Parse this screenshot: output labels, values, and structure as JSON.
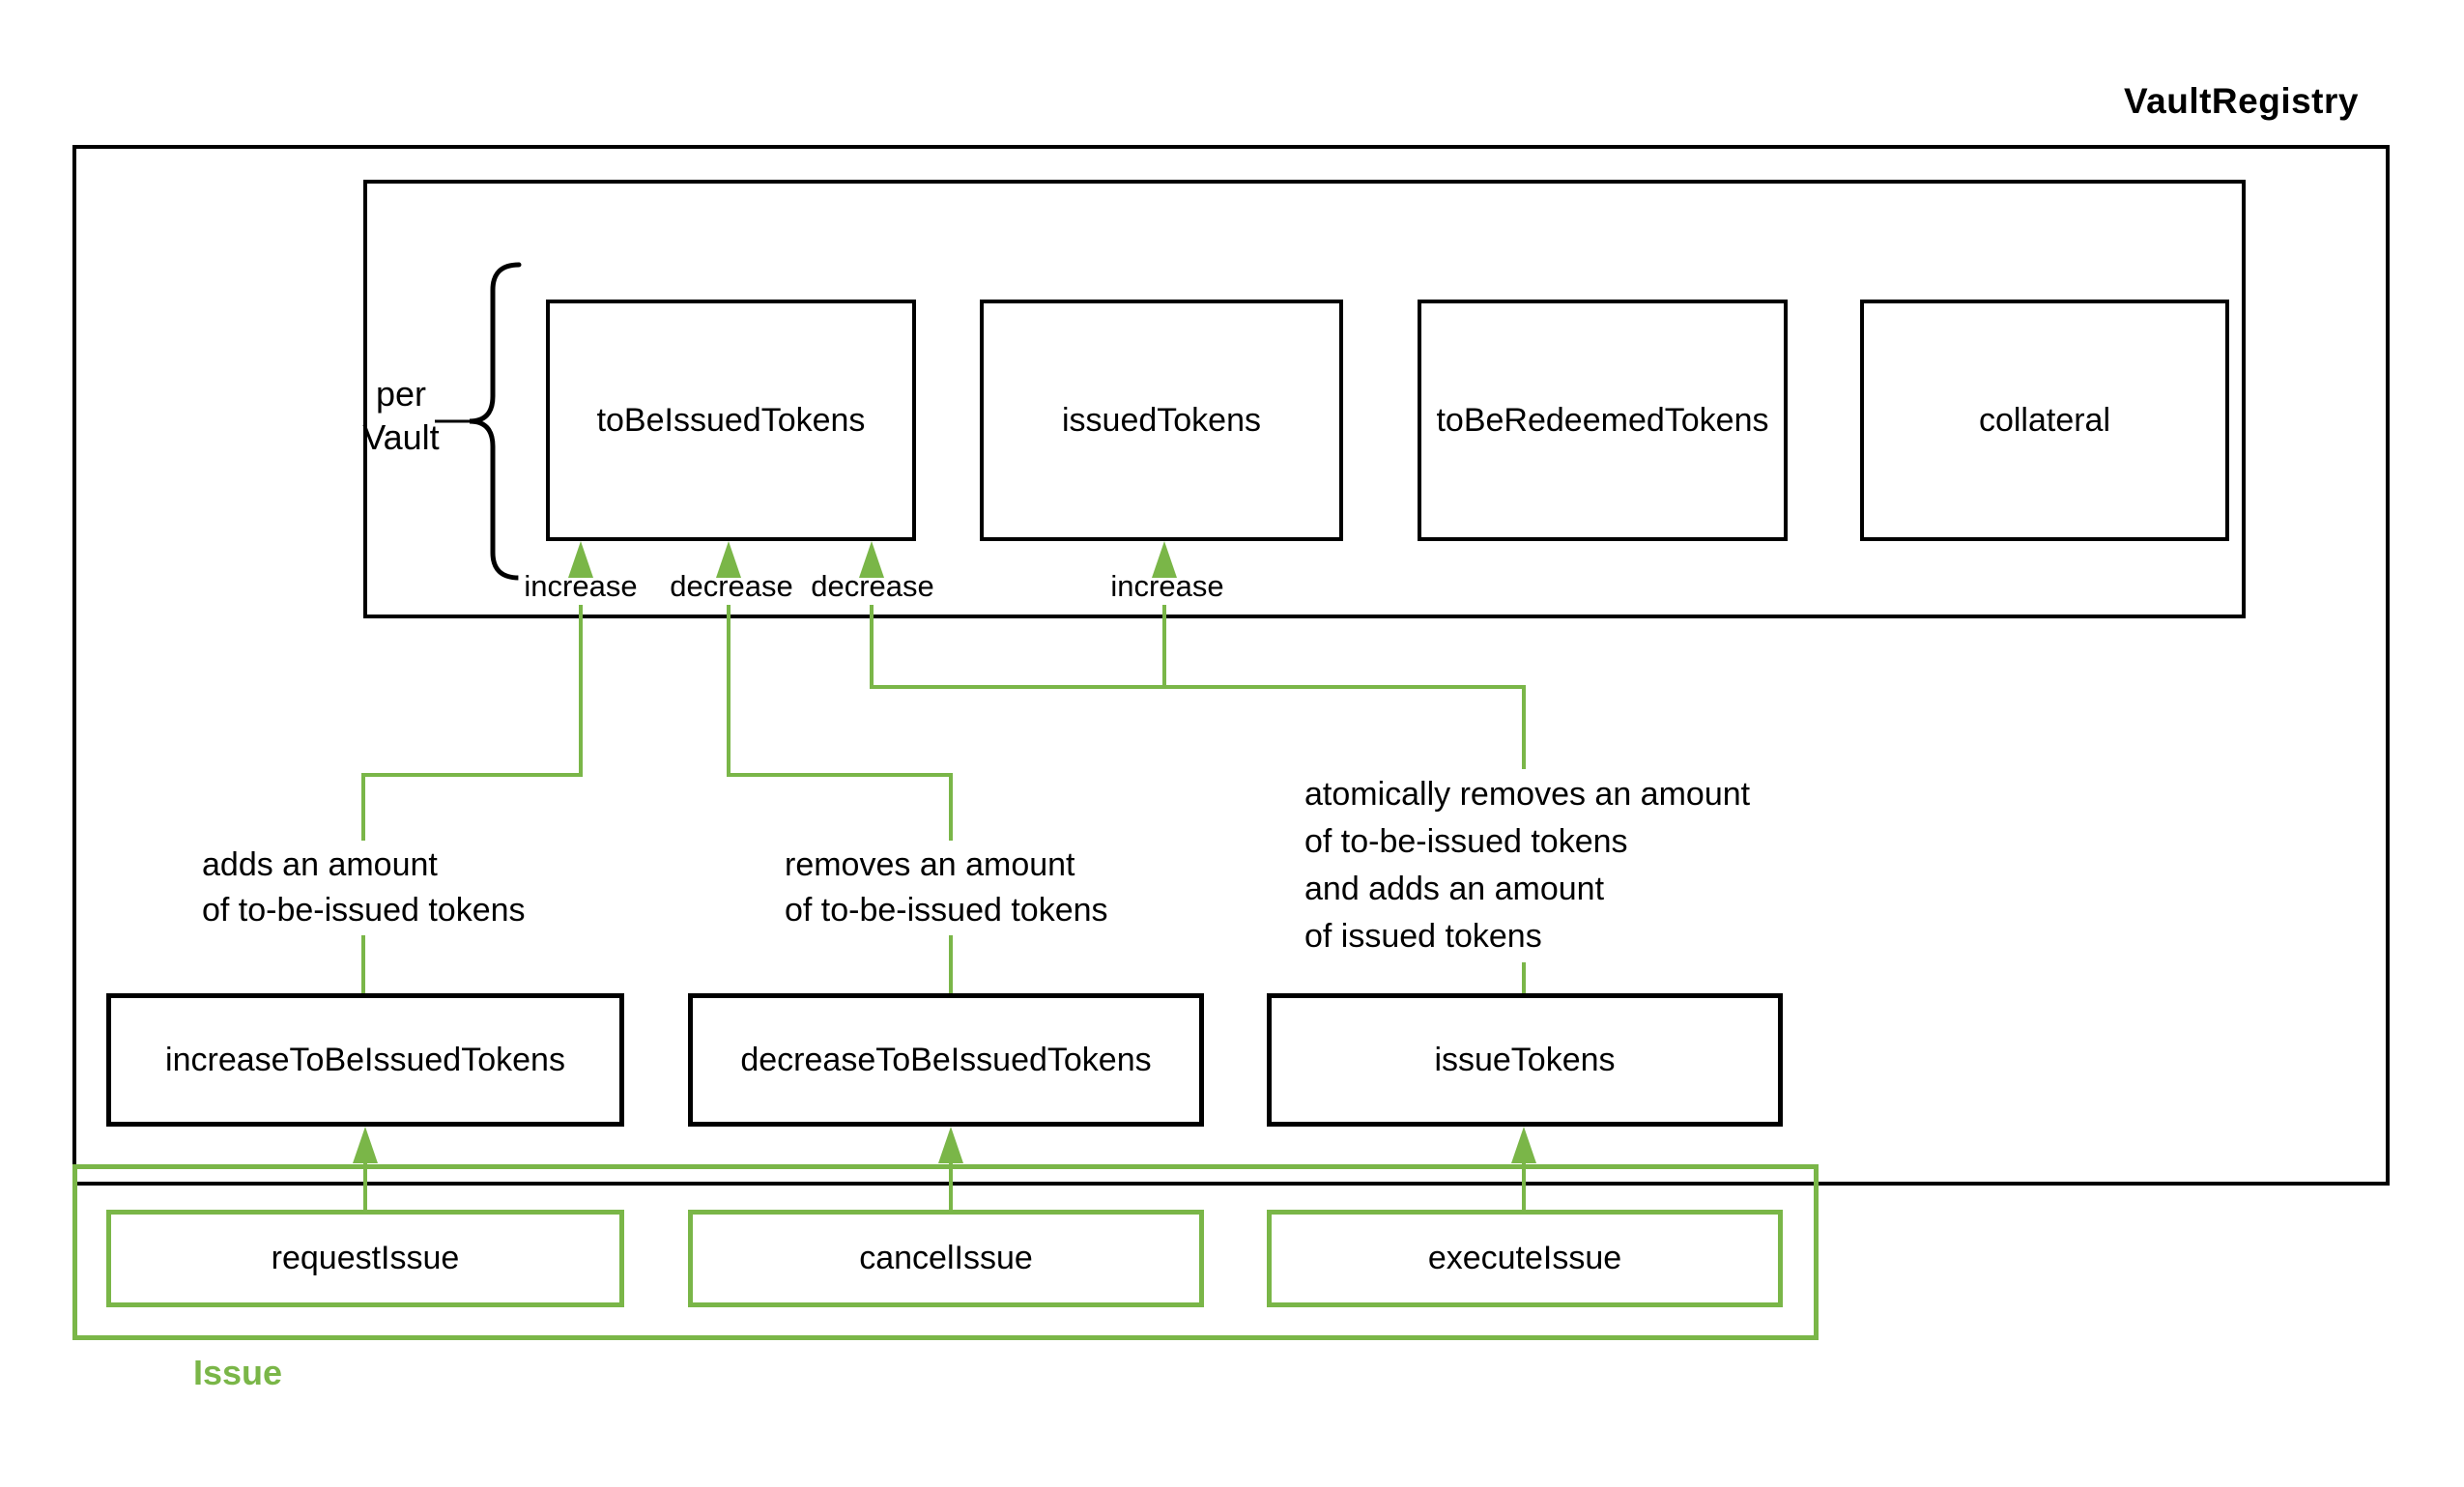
{
  "title": "VaultRegistry",
  "colors": {
    "accent_green": "#7ab648",
    "line_black": "#000000",
    "background": "#ffffff"
  },
  "registry": {
    "per_vault": {
      "line1": "per",
      "line2": "Vault"
    },
    "storage_boxes": [
      {
        "label": "toBeIssuedTokens"
      },
      {
        "label": "issuedTokens"
      },
      {
        "label": "toBeRedeemedTokens"
      },
      {
        "label": "collateral"
      }
    ]
  },
  "edge_labels": [
    {
      "text": "increase"
    },
    {
      "text": "decrease"
    },
    {
      "text": "decrease"
    },
    {
      "text": "increase"
    }
  ],
  "annotations": [
    {
      "lines": [
        "adds an amount",
        "of to-be-issued tokens"
      ]
    },
    {
      "lines": [
        "removes an amount",
        "of to-be-issued tokens"
      ]
    },
    {
      "lines": [
        "atomically removes an amount",
        "of to-be-issued tokens",
        "and adds an amount",
        "of issued tokens"
      ]
    }
  ],
  "functions": [
    {
      "label": "increaseToBeIssuedTokens"
    },
    {
      "label": "decreaseToBeIssuedTokens"
    },
    {
      "label": "issueTokens"
    }
  ],
  "issue_module": {
    "label": "Issue",
    "boxes": [
      {
        "label": "requestIssue"
      },
      {
        "label": "cancelIssue"
      },
      {
        "label": "executeIssue"
      }
    ]
  }
}
